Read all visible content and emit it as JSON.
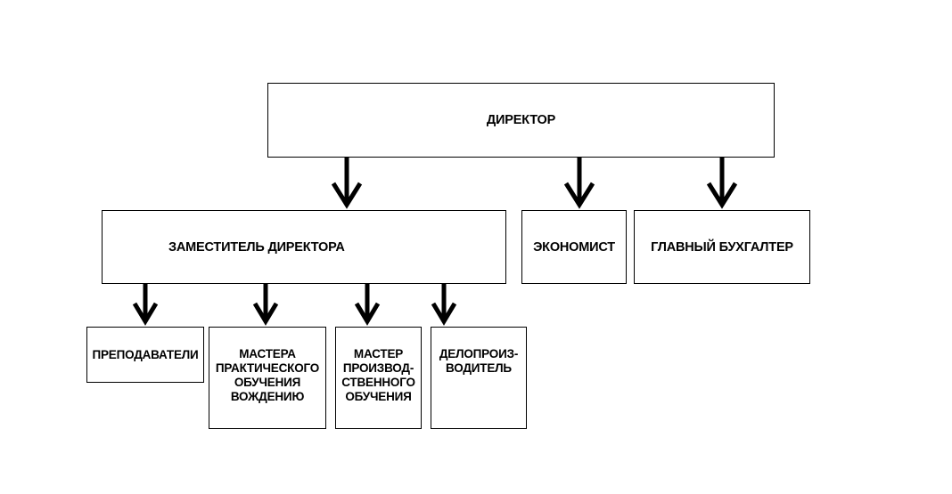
{
  "org_chart": {
    "director": "ДИРЕКТОР",
    "deputy_director": "ЗАМЕСТИТЕЛЬ ДИРЕКТОРА",
    "economist": "ЭКОНОМИСТ",
    "chief_accountant": "ГЛАВНЫЙ БУХГАЛТЕР",
    "teachers": "ПРЕПОДАВАТЕЛИ",
    "driving_instructors": "МАСТЕРА\nПРАКТИЧЕСКОГО\nОБУЧЕНИЯ\nВОЖДЕНИЮ",
    "industrial_training_master": "МАСТЕР\nПРОИЗВОД-\nСТВЕННОГО\nОБУЧЕНИЯ",
    "clerk": "ДЕЛОПРОИЗ-\nВОДИТЕЛЬ"
  },
  "colors": {
    "line": "#000000",
    "background": "#ffffff"
  }
}
